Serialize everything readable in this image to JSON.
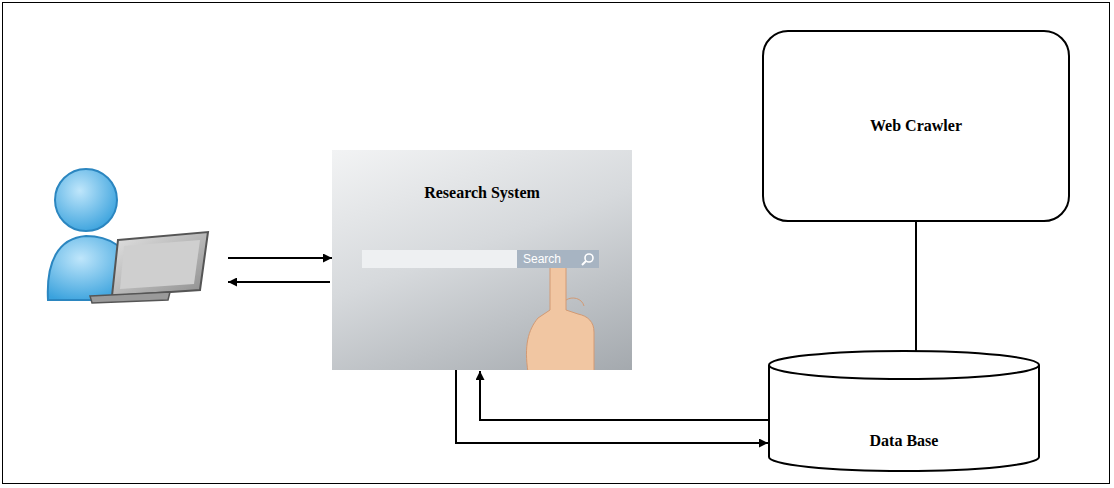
{
  "diagram": {
    "nodes": [
      {
        "text": [
          "Research System"
        ]
      },
      {
        "text": [
          "Web Crawler"
        ]
      },
      {
        "text": [
          "Data Base"
        ]
      }
    ],
    "edges": [
      {
        "from": 1,
        "to": 2,
        "arrow": "to"
      },
      {
        "from": 0,
        "to": 2,
        "arrow": "to"
      },
      {
        "from": 2,
        "to": 0,
        "arrow": "to"
      }
    ],
    "labels": [
      "Search"
    ]
  }
}
